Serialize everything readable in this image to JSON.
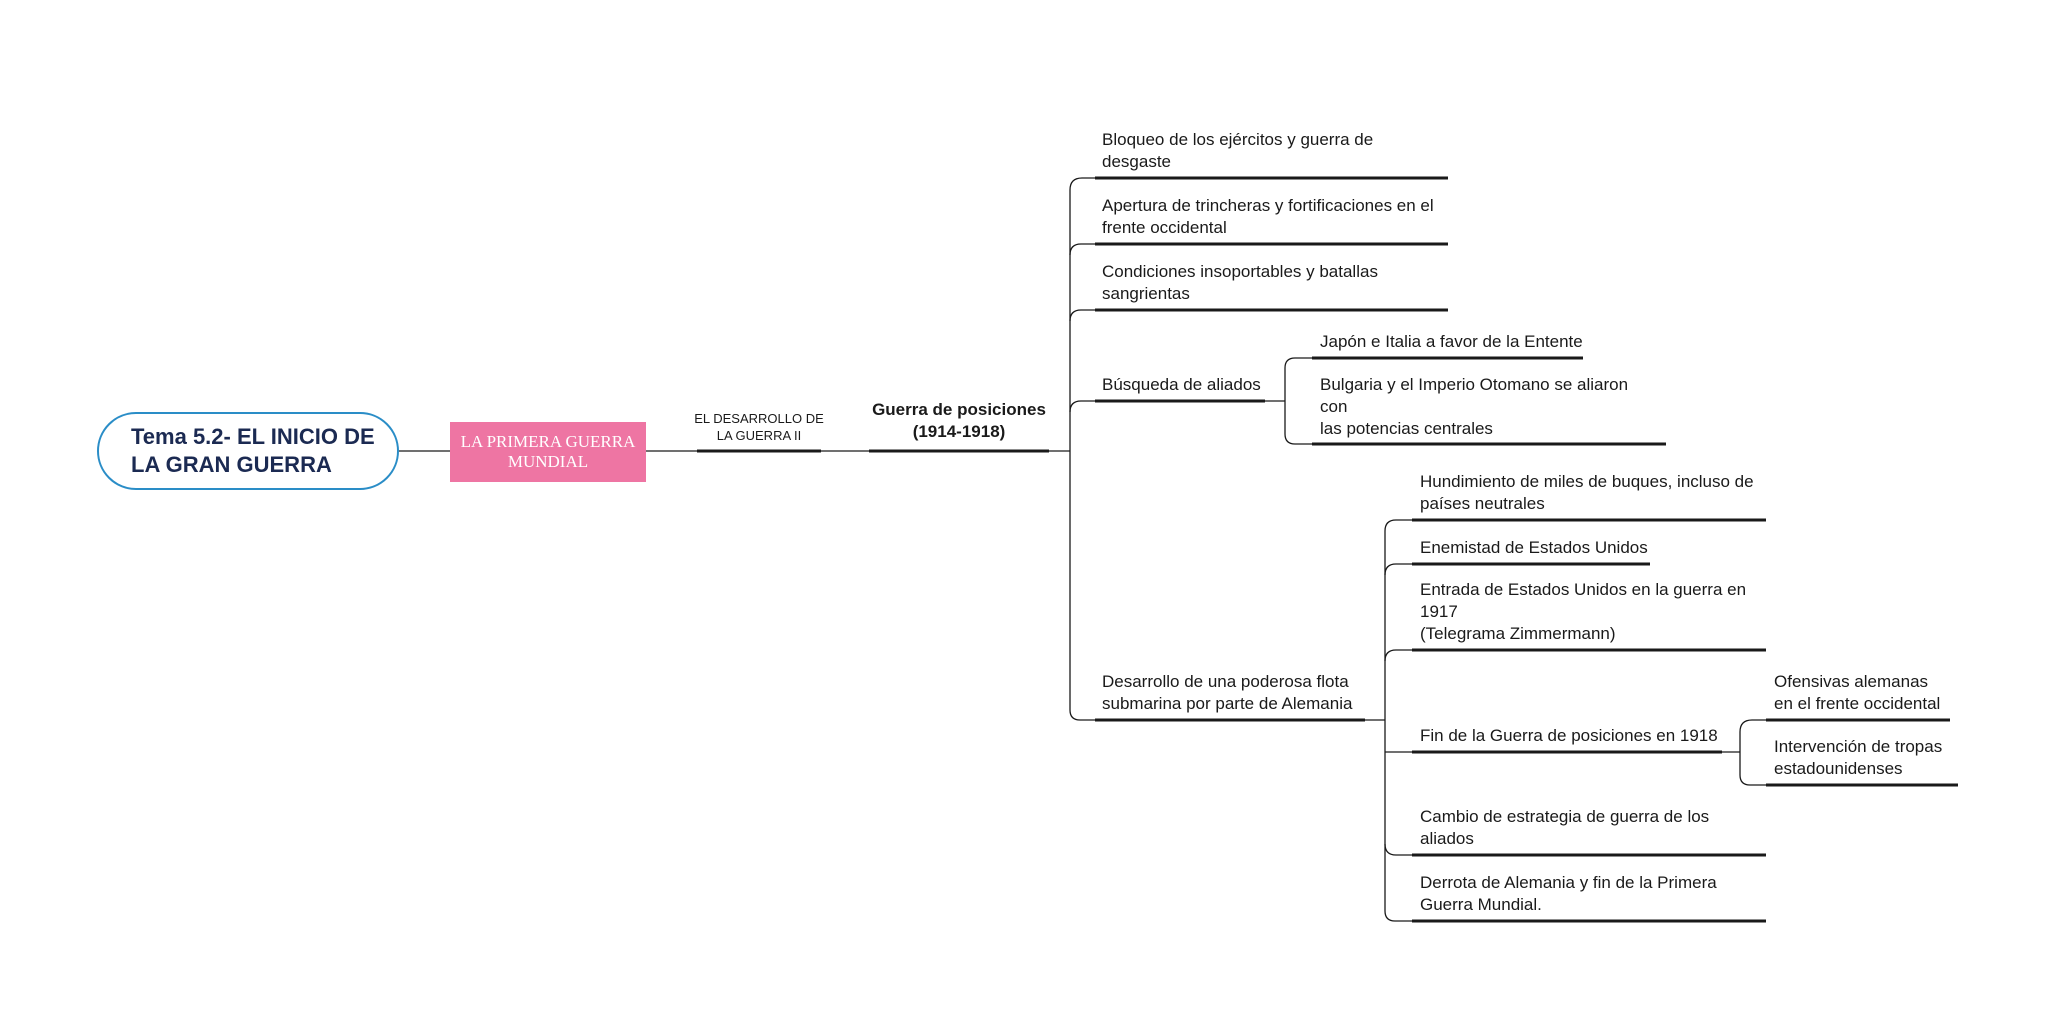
{
  "root": {
    "label": "Tema 5.2- EL INICIO DE\nLA GRAN GUERRA"
  },
  "topic": {
    "label": "LA PRIMERA GUERRA\nMUNDIAL"
  },
  "subtopic": {
    "label": "EL DESARROLLO DE\nLA GUERRA II"
  },
  "phase": {
    "label": "Guerra de posiciones\n(1914-1918)"
  },
  "branches": {
    "bloqueo": "Bloqueo de los ejércitos y guerra de\ndesgaste",
    "apertura": "Apertura de trincheras y fortificaciones en el\nfrente occidental",
    "condiciones": "Condiciones insoportables y batallas\nsangrientas",
    "busqueda": "Búsqueda de aliados",
    "japon": "Japón e Italia a favor de la Entente",
    "bulgaria": "Bulgaria y el Imperio Otomano se aliaron\ncon\nlas potencias centrales",
    "desarrollo": "Desarrollo de una poderosa flota\n submarina por parte de Alemania",
    "hundimiento": "Hundimiento de miles de buques, incluso de\npaíses neutrales",
    "enemistad": "Enemistad de Estados Unidos",
    "entrada": "Entrada de Estados Unidos en la guerra en\n1917\n(Telegrama Zimmermann)",
    "fin": "Fin de la Guerra de posiciones en 1918",
    "ofensivas": "Ofensivas alemanas\nen el frente occidental",
    "intervencion": "Intervención de tropas\nestadounidenses",
    "cambio": "Cambio de estrategia de guerra de los\naliados",
    "derrota": "Derrota de Alemania y fin de la Primera\nGuerra Mundial."
  },
  "colors": {
    "root_border": "#2a8dc7",
    "root_text": "#1b2a52",
    "topic_fill": "#ee75a3",
    "line": "#1a1a1a"
  }
}
